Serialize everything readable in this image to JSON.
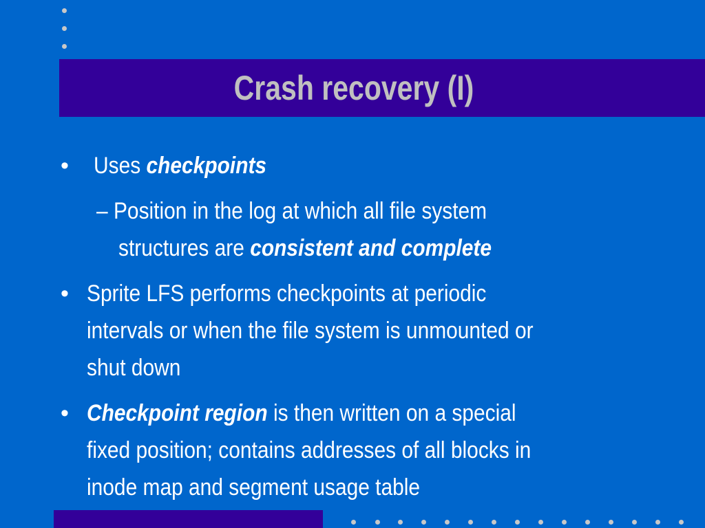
{
  "slide": {
    "title": "Crash recovery (I)",
    "bullet_char": "•",
    "bullets": [
      {
        "prefix": "Uses ",
        "emphasis": "checkpoints"
      },
      {
        "dash": "–",
        "line1": "Position in the log at which all  file system",
        "line2_prefix": "structures are ",
        "line2_emphasis": "consistent and complete"
      },
      {
        "line1": "Sprite LFS performs checkpoints at periodic",
        "line2": "intervals or when the file system is unmounted or",
        "line3": "shut down"
      },
      {
        "emphasis": "Checkpoint region",
        "line1_suffix": " is then written on a special",
        "line2": "fixed position; contains addresses of all blocks in",
        "line3": "inode map and segment usage table"
      }
    ]
  },
  "colors": {
    "background": "#0066cc",
    "title_bar": "#330099",
    "title_text": "#c0c0c0",
    "body_text": "#ffffff",
    "dots": "#c8c8c8"
  }
}
